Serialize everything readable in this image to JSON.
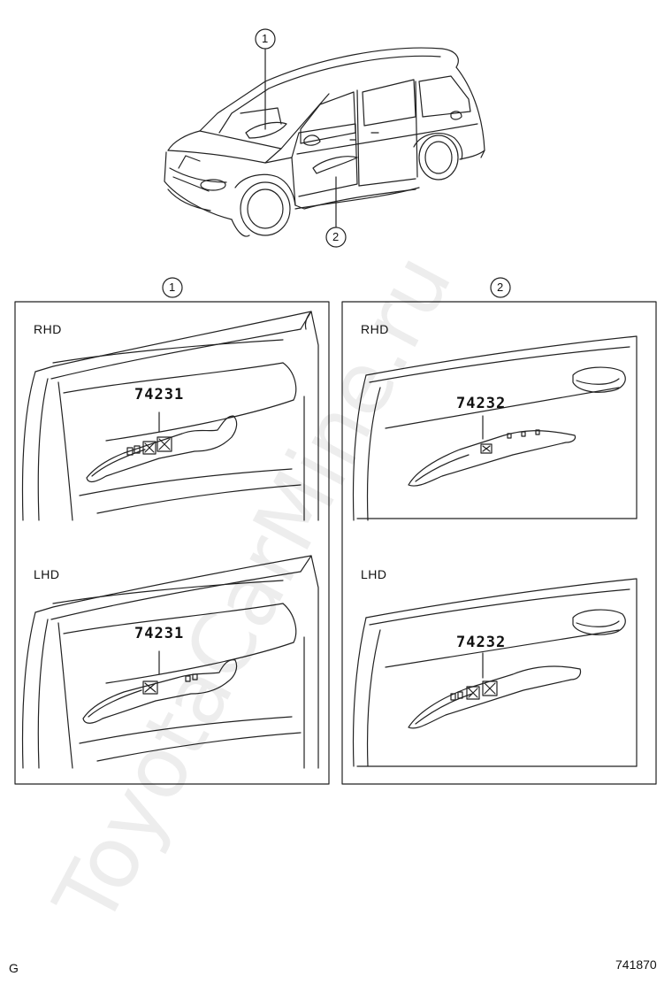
{
  "callouts": {
    "one": "1",
    "two": "2"
  },
  "panels": {
    "left": {
      "rhd_label": "RHD",
      "lhd_label": "LHD",
      "rhd_part": "74231",
      "lhd_part": "74231"
    },
    "right": {
      "rhd_label": "RHD",
      "lhd_label": "LHD",
      "rhd_part": "74232",
      "lhd_part": "74232"
    }
  },
  "footer": {
    "left_code": "G",
    "figure_number": "741870"
  },
  "watermark": "ToyotaCarMine.ru"
}
